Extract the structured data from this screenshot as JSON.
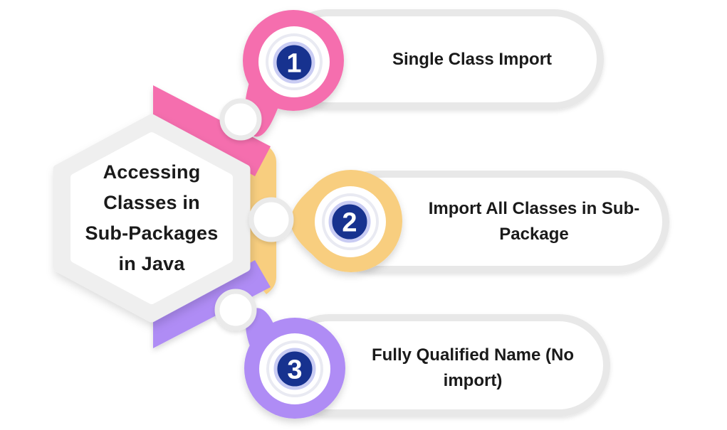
{
  "title": {
    "lines": [
      "Accessing",
      "Classes in",
      "Sub-Packages",
      "in Java"
    ]
  },
  "steps": [
    {
      "number": "1",
      "lines": [
        "Single Class Import"
      ],
      "color": "#F56EAE"
    },
    {
      "number": "2",
      "lines": [
        "Import All Classes in Sub-",
        "Package"
      ],
      "color": "#F8CE7F"
    },
    {
      "number": "3",
      "lines": [
        "Fully Qualified Name (No",
        "import)"
      ],
      "color": "#AF8CF5"
    }
  ],
  "colors": {
    "pink": "#F56EAE",
    "yellow": "#F8CE7F",
    "purple": "#AF8CF5",
    "number_blue": "#17328F",
    "number_ring": "#C9CCF3",
    "bar_border": "#E8E8E8",
    "hexagon_gray": "#EFEFEF",
    "junction_ring": "#EAEAEA",
    "text": "#1A1A1A",
    "background": "#FFFFFF"
  }
}
